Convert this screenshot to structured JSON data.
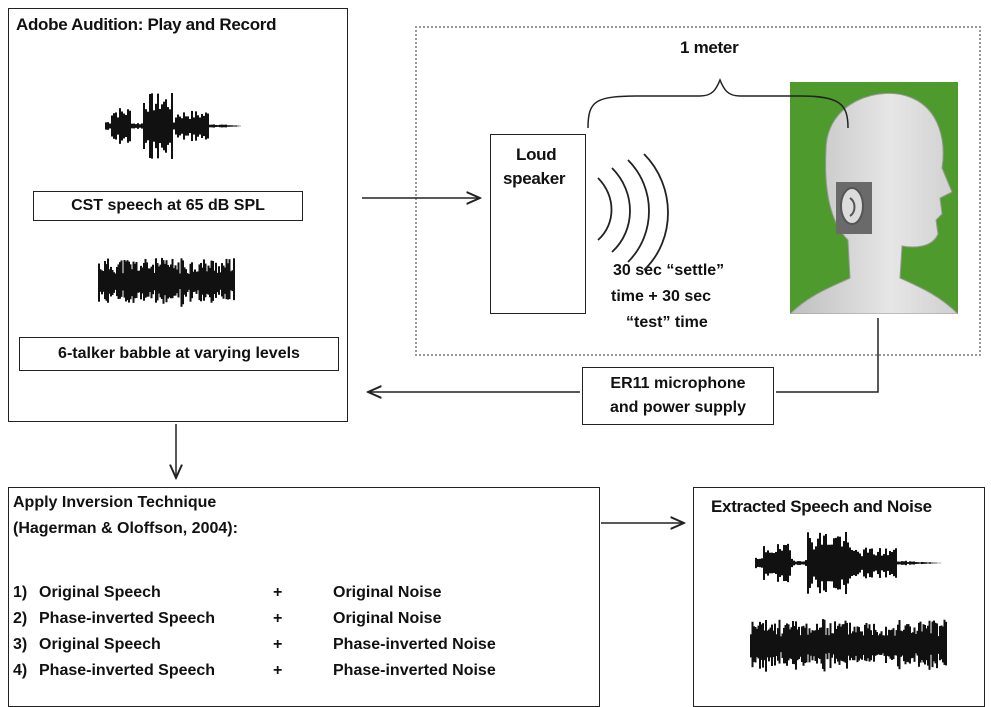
{
  "left_panel": {
    "title": "Adobe Audition: Play and Record",
    "speech_label": "CST speech at 65 dB SPL",
    "babble_label": "6-talker babble at varying levels"
  },
  "setup": {
    "distance_label": "1 meter",
    "speaker_label_1": "Loud",
    "speaker_label_2": "speaker",
    "timing_line_1": "30 sec “settle”",
    "timing_line_2": "time + 30 sec",
    "timing_line_3": "“test” time"
  },
  "microphone": {
    "line_1": "ER11 microphone",
    "line_2": "and power supply"
  },
  "inversion": {
    "title_1": "Apply Inversion Technique",
    "title_2": "(Hagerman & Oloffson, 2004):",
    "rows": [
      {
        "num": "1)",
        "speech": "Original Speech",
        "op": "+",
        "noise": "Original Noise"
      },
      {
        "num": "2)",
        "speech": "Phase-inverted Speech",
        "op": "+",
        "noise": "Original Noise"
      },
      {
        "num": "3)",
        "speech": "Original Speech",
        "op": "+",
        "noise": "Phase-inverted Noise"
      },
      {
        "num": "4)",
        "speech": "Phase-inverted Speech",
        "op": "+",
        "noise": "Phase-inverted Noise"
      }
    ]
  },
  "extracted": {
    "title": "Extracted Speech and Noise"
  },
  "colors": {
    "head_background": "#4f9a2c",
    "line": "#222222",
    "dotted_border": "#999999"
  }
}
